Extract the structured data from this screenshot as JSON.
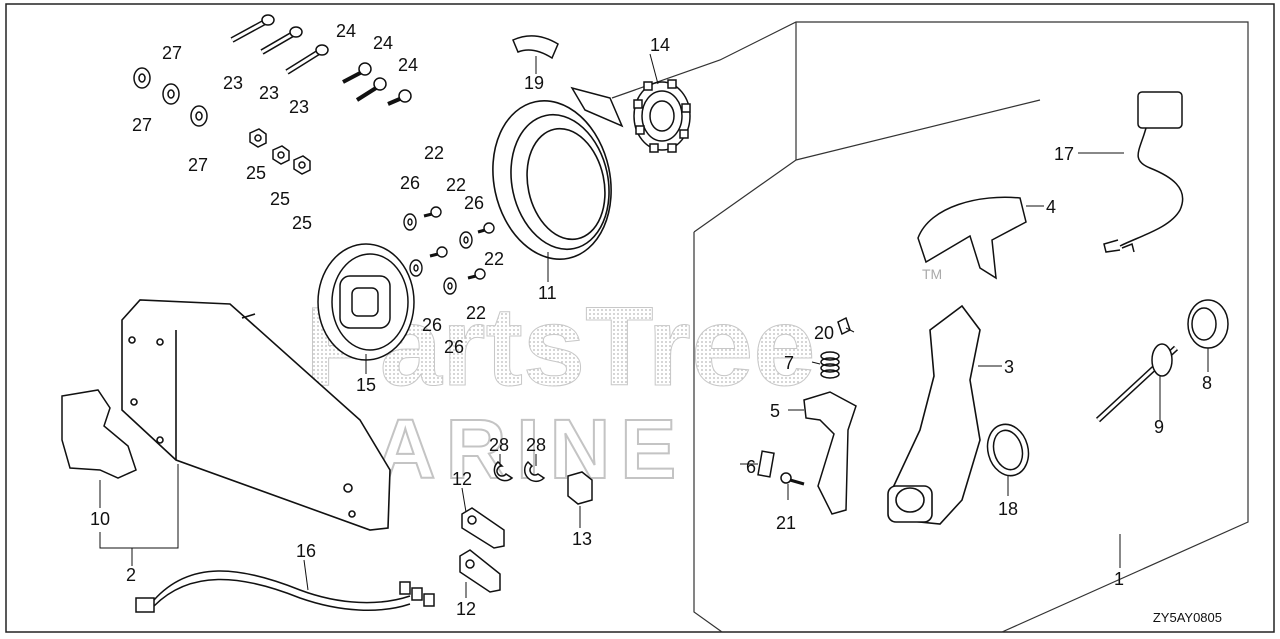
{
  "diagram": {
    "code": "ZY5AY0805",
    "watermark_line1": "PartsTree",
    "watermark_line2": "MARINE",
    "trademark": "TM"
  },
  "labels": [
    {
      "id": "l27a",
      "text": "27"
    },
    {
      "id": "l27b",
      "text": "27"
    },
    {
      "id": "l27c",
      "text": "27"
    },
    {
      "id": "l23a",
      "text": "23"
    },
    {
      "id": "l23b",
      "text": "23"
    },
    {
      "id": "l23c",
      "text": "23"
    },
    {
      "id": "l24a",
      "text": "24"
    },
    {
      "id": "l24b",
      "text": "24"
    },
    {
      "id": "l24c",
      "text": "24"
    },
    {
      "id": "l19",
      "text": "19"
    },
    {
      "id": "l14",
      "text": "14"
    },
    {
      "id": "l25a",
      "text": "25"
    },
    {
      "id": "l25b",
      "text": "25"
    },
    {
      "id": "l25c",
      "text": "25"
    },
    {
      "id": "l22a",
      "text": "22"
    },
    {
      "id": "l22b",
      "text": "22"
    },
    {
      "id": "l22c",
      "text": "22"
    },
    {
      "id": "l22d",
      "text": "22"
    },
    {
      "id": "l26a",
      "text": "26"
    },
    {
      "id": "l26b",
      "text": "26"
    },
    {
      "id": "l26c",
      "text": "26"
    },
    {
      "id": "l26d",
      "text": "26"
    },
    {
      "id": "l11",
      "text": "11"
    },
    {
      "id": "l15",
      "text": "15"
    },
    {
      "id": "l17",
      "text": "17"
    },
    {
      "id": "l4",
      "text": "4"
    },
    {
      "id": "l20",
      "text": "20"
    },
    {
      "id": "l7",
      "text": "7"
    },
    {
      "id": "l3",
      "text": "3"
    },
    {
      "id": "l5",
      "text": "5"
    },
    {
      "id": "l28a",
      "text": "28"
    },
    {
      "id": "l28b",
      "text": "28"
    },
    {
      "id": "l6",
      "text": "6"
    },
    {
      "id": "l21",
      "text": "21"
    },
    {
      "id": "l18",
      "text": "18"
    },
    {
      "id": "l8",
      "text": "8"
    },
    {
      "id": "l9",
      "text": "9"
    },
    {
      "id": "l10",
      "text": "10"
    },
    {
      "id": "l2",
      "text": "2"
    },
    {
      "id": "l12a",
      "text": "12"
    },
    {
      "id": "l12b",
      "text": "12"
    },
    {
      "id": "l13",
      "text": "13"
    },
    {
      "id": "l16",
      "text": "16"
    },
    {
      "id": "l1",
      "text": "1"
    }
  ]
}
